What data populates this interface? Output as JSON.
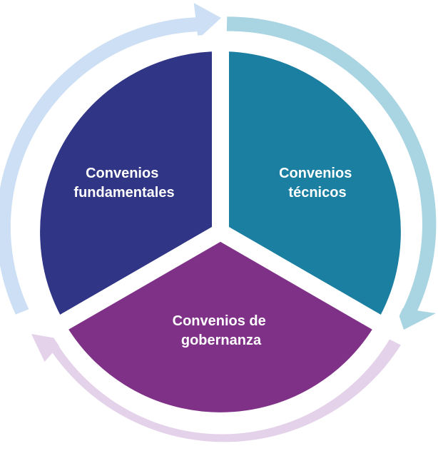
{
  "segments": [
    {
      "id": "fundamentales",
      "lines": [
        "Convenios",
        "fundamentales"
      ],
      "color": "#303585"
    },
    {
      "id": "tecnicos",
      "lines": [
        "Convenios",
        "técnicos"
      ],
      "color": "#1b7fa1"
    },
    {
      "id": "gobernanza",
      "lines": [
        "Convenios de",
        "gobernanza"
      ],
      "color": "#7f3187"
    }
  ],
  "arrows": [
    {
      "id": "top-left",
      "color": "#cddff4"
    },
    {
      "id": "right",
      "color": "#a9d4e2"
    },
    {
      "id": "bottom",
      "color": "#e4d1ea"
    }
  ]
}
